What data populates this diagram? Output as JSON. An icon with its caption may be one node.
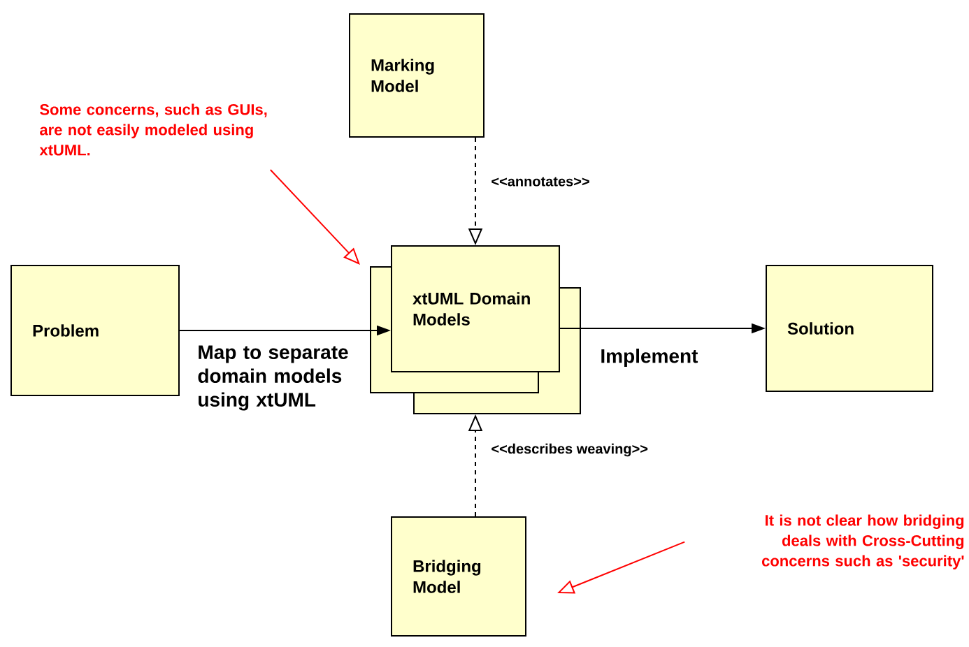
{
  "diagram": {
    "nodes": [
      {
        "text": [
          "Marking Model"
        ]
      },
      {
        "text": [
          "xtUML Domain Models"
        ]
      },
      {
        "text": [
          "Problem"
        ]
      },
      {
        "text": [
          "Solution"
        ]
      },
      {
        "text": [
          "Bridging Model"
        ]
      },
      {
        "text": [
          "Some concerns, such as GUIs, are not easily modeled using xtUML."
        ]
      },
      {
        "text": [
          "It is not clear how bridging deals with Cross-Cutting concerns such as 'security'"
        ]
      }
    ],
    "edges": [
      {
        "from": 0,
        "to": 1,
        "arrow": "to",
        "style": "dashed",
        "label": "<<annotates>>"
      },
      {
        "from": 4,
        "to": 1,
        "arrow": "to",
        "style": "dashed",
        "label": "<<describes weaving>>"
      },
      {
        "from": 2,
        "to": 1,
        "arrow": "to",
        "label": "Map to separate domain models using xtUML"
      },
      {
        "from": 1,
        "to": 3,
        "arrow": "to",
        "label": "Implement"
      },
      {
        "from": 5,
        "to": 1,
        "arrow": "to",
        "color": "#ff0000"
      },
      {
        "from": 6,
        "to": 4,
        "arrow": "to",
        "color": "#ff0000"
      }
    ]
  }
}
